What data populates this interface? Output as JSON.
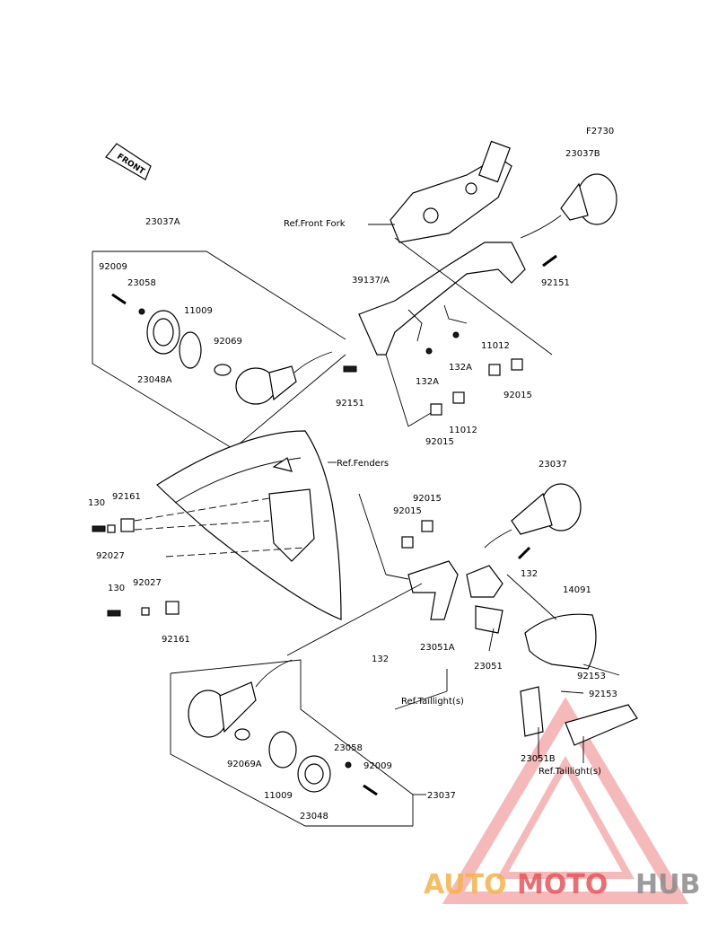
{
  "figure_code": "F2730",
  "front_arrow": "FRONT",
  "refs": {
    "front_fork": "Ref.Front Fork",
    "fenders": "Ref.Fenders",
    "taillight_1": "Ref.Taillight(s)",
    "taillight_2": "Ref.Taillight(s)"
  },
  "labels": {
    "p23037A": "23037A",
    "p92009a": "92009",
    "p23058a": "23058",
    "p11009a": "11009",
    "p92069": "92069",
    "p23048A": "23048A",
    "p23037B": "23037B",
    "p39137A": "39137/A",
    "p92151a": "92151",
    "p92151b": "92151",
    "p132Aa": "132A",
    "p132Ab": "132A",
    "p11012a": "11012",
    "p11012b": "11012",
    "p92015a": "92015",
    "p92015b": "92015",
    "p23037": "23037",
    "p92015c": "92015",
    "p92015d": "92015",
    "p130a": "130",
    "p92161a": "92161",
    "p92027a": "92027",
    "p130b": "130",
    "p92027b": "92027",
    "p92161b": "92161",
    "p132a": "132",
    "p132b": "132",
    "p14091": "14091",
    "p23051A": "23051A",
    "p23051": "23051",
    "p92153a": "92153",
    "p92153b": "92153",
    "p23051B": "23051B",
    "p92069A": "92069A",
    "p11009b": "11009",
    "p23058b": "23058",
    "p92009b": "92009",
    "p23048": "23048",
    "p23037c": "23037"
  },
  "watermark": {
    "part1": "AUTO",
    "part2": "MOTO",
    "part3": "HUB",
    "colors": {
      "auto": "#f5b24a",
      "moto": "#e8555a",
      "hub": "#8a8a8a",
      "triangle": "#f08080"
    }
  }
}
